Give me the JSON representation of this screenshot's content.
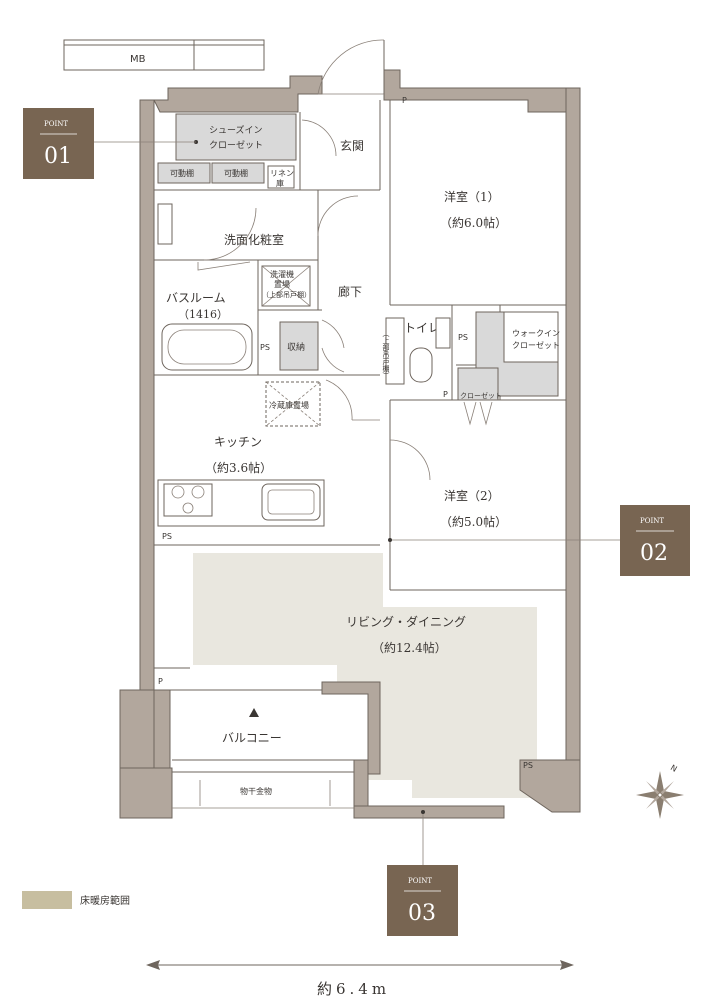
{
  "rooms": {
    "shoes_closet_l1": "シューズイン",
    "shoes_closet_l2": "クローゼット",
    "movable_shelf_1": "可動棚",
    "movable_shelf_2": "可動棚",
    "linen_l1": "リネン",
    "linen_l2": "庫",
    "entrance": "玄関",
    "western1_name": "洋室（1）",
    "western1_size": "（約6.0帖）",
    "washroom": "洗面化粧室",
    "laundry_l1": "洗濯機",
    "laundry_l2": "置場",
    "laundry_l3": "（上部吊戸棚）",
    "bathroom_name": "バスルーム",
    "bathroom_size": "（1416）",
    "corridor": "廊下",
    "storage": "収納",
    "toilet": "トイレ",
    "toilet_cabinet": "（上部吊戸棚）",
    "walkin_l1": "ウォークイン",
    "walkin_l2": "クローゼット",
    "closet": "クローゼット",
    "fridge": "冷蔵庫置場",
    "kitchen_name": "キッチン",
    "kitchen_size": "（約3.6帖）",
    "western2_name": "洋室（2）",
    "western2_size": "（約5.0帖）",
    "living_name": "リビング・ダイニング",
    "living_size": "（約12.4帖）",
    "balcony": "バルコニー",
    "drying_hardware": "物干金物",
    "mb": "MB",
    "ps1": "PS",
    "ps2": "PS",
    "ps3": "PS",
    "ps4": "PS",
    "p1": "P",
    "p2": "P",
    "p3": "P"
  },
  "points": [
    {
      "label": "POINT",
      "number": "01"
    },
    {
      "label": "POINT",
      "number": "02"
    },
    {
      "label": "POINT",
      "number": "03"
    }
  ],
  "legend": {
    "floor_heating": "床暖房範囲",
    "swatch_color": "#c7bea0"
  },
  "dimension": {
    "width_label": "約6.4m"
  },
  "compass": {
    "north": "N"
  },
  "colors": {
    "point_bg": "#786552",
    "wall": "#b2a79d",
    "floor_heating_area": "#e9e7df"
  }
}
